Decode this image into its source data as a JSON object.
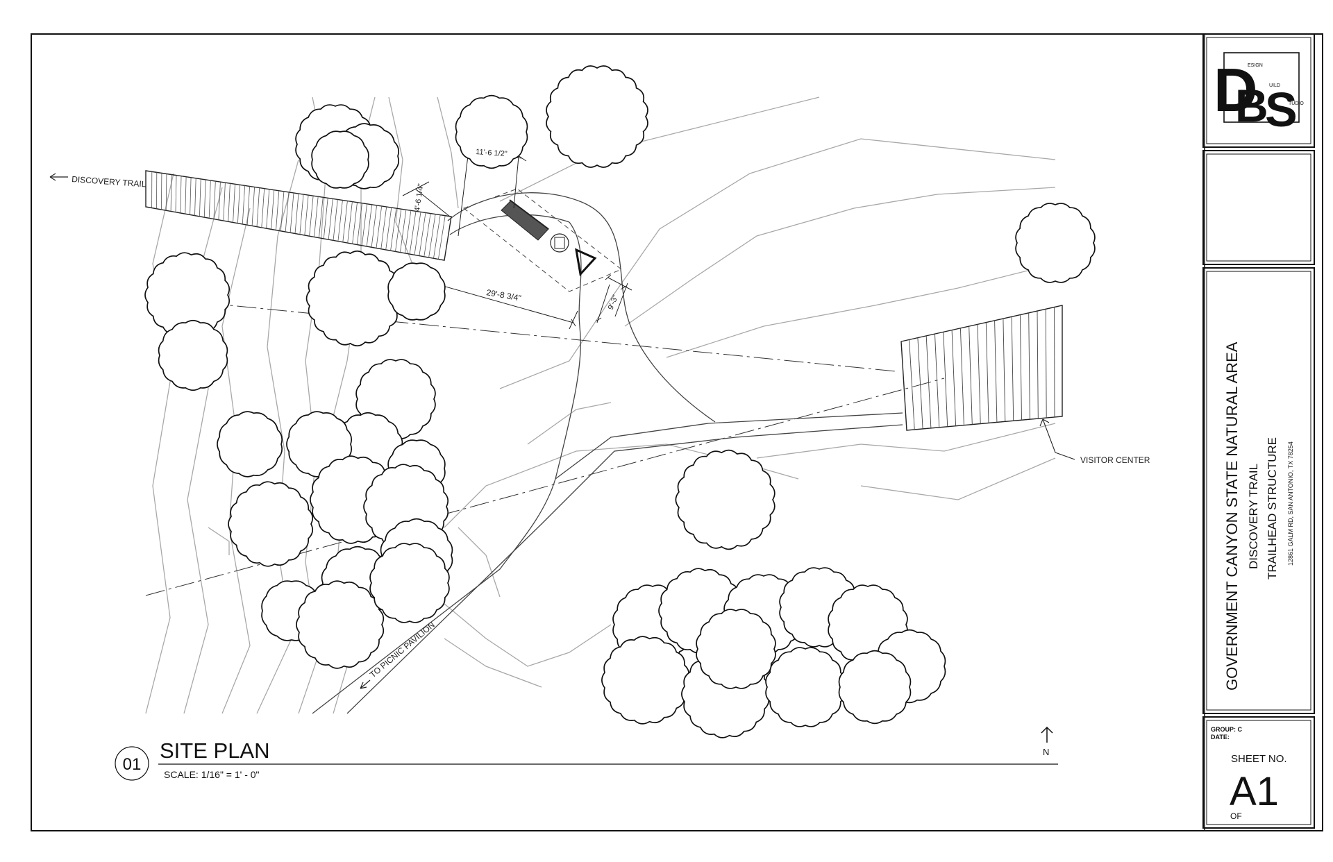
{
  "logo": {
    "letters": [
      "D",
      "B",
      "S"
    ],
    "words": [
      "ESIGN",
      "UILD",
      "TUDIO"
    ]
  },
  "plan": {
    "discovery_trail": "DISCOVERY TRAIL",
    "visitor_center": "VISITOR CENTER",
    "picnic": "TO PICNIC PAVILION",
    "dims": [
      "11'-6 1/2\"",
      "4'-6 1/4\"",
      "29'-8 3/4\"",
      "9'-3\""
    ]
  },
  "drawing_title": {
    "number": "01",
    "title": "SITE PLAN",
    "scale": "SCALE: 1/16\" = 1' - 0\"",
    "north": "N"
  },
  "project": {
    "name": "GOVERNMENT CANYON STATE NATURAL AREA",
    "trail": "DISCOVERY TRAIL",
    "structure": "TRAILHEAD STRUCTURE",
    "address": "12861 GALM RD, SAN ANTONIO, TX 78254"
  },
  "sheet": {
    "group": "GROUP: C",
    "date": "DATE:",
    "sheet_no_label": "SHEET NO.",
    "number": "A1",
    "of": "OF"
  },
  "colors": {
    "ink": "#111111",
    "contour": "#a8a8a8",
    "paper": "#ffffff"
  }
}
